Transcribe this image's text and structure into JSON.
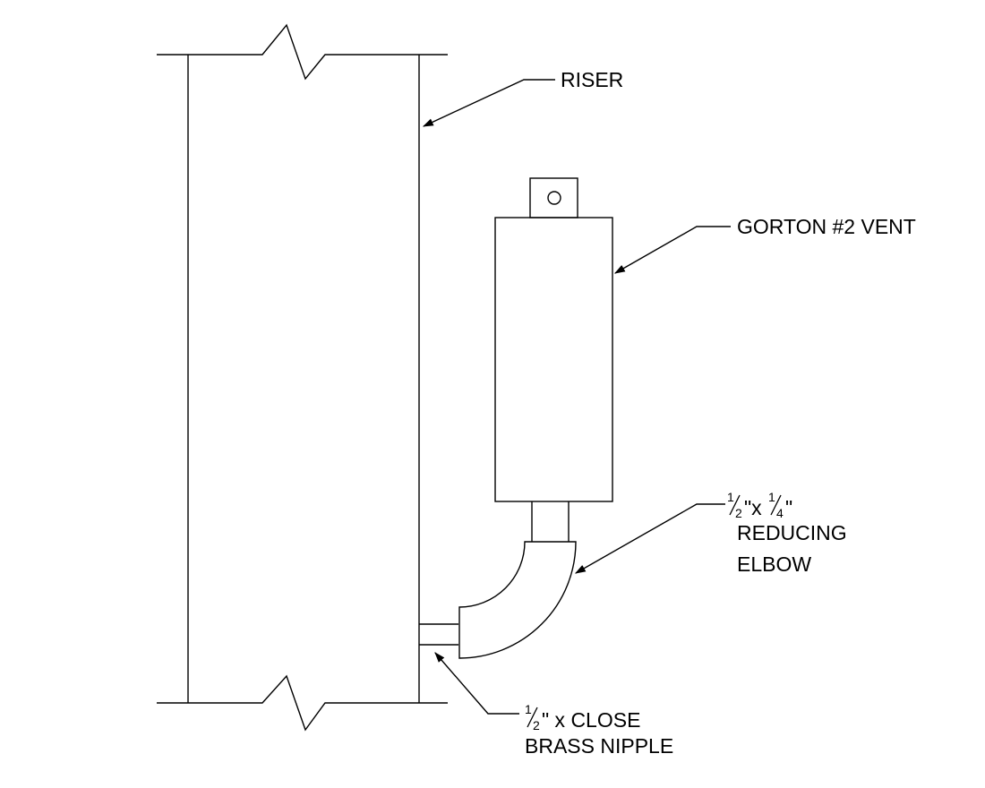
{
  "colors": {
    "background": "#ffffff",
    "line": "#000000"
  },
  "labels": {
    "riser": "RISER",
    "vent": "GORTON #2 VENT",
    "elbow": {
      "f1_num": "1",
      "f1_den": "2",
      "mid": "\"x",
      "f2_num": "1",
      "f2_den": "4",
      "end": "\"",
      "line2": "REDUCING",
      "line3": "ELBOW"
    },
    "nipple": {
      "f_num": "1",
      "f_den": "2",
      "rest": "\" x CLOSE",
      "line2": "BRASS NIPPLE"
    }
  }
}
